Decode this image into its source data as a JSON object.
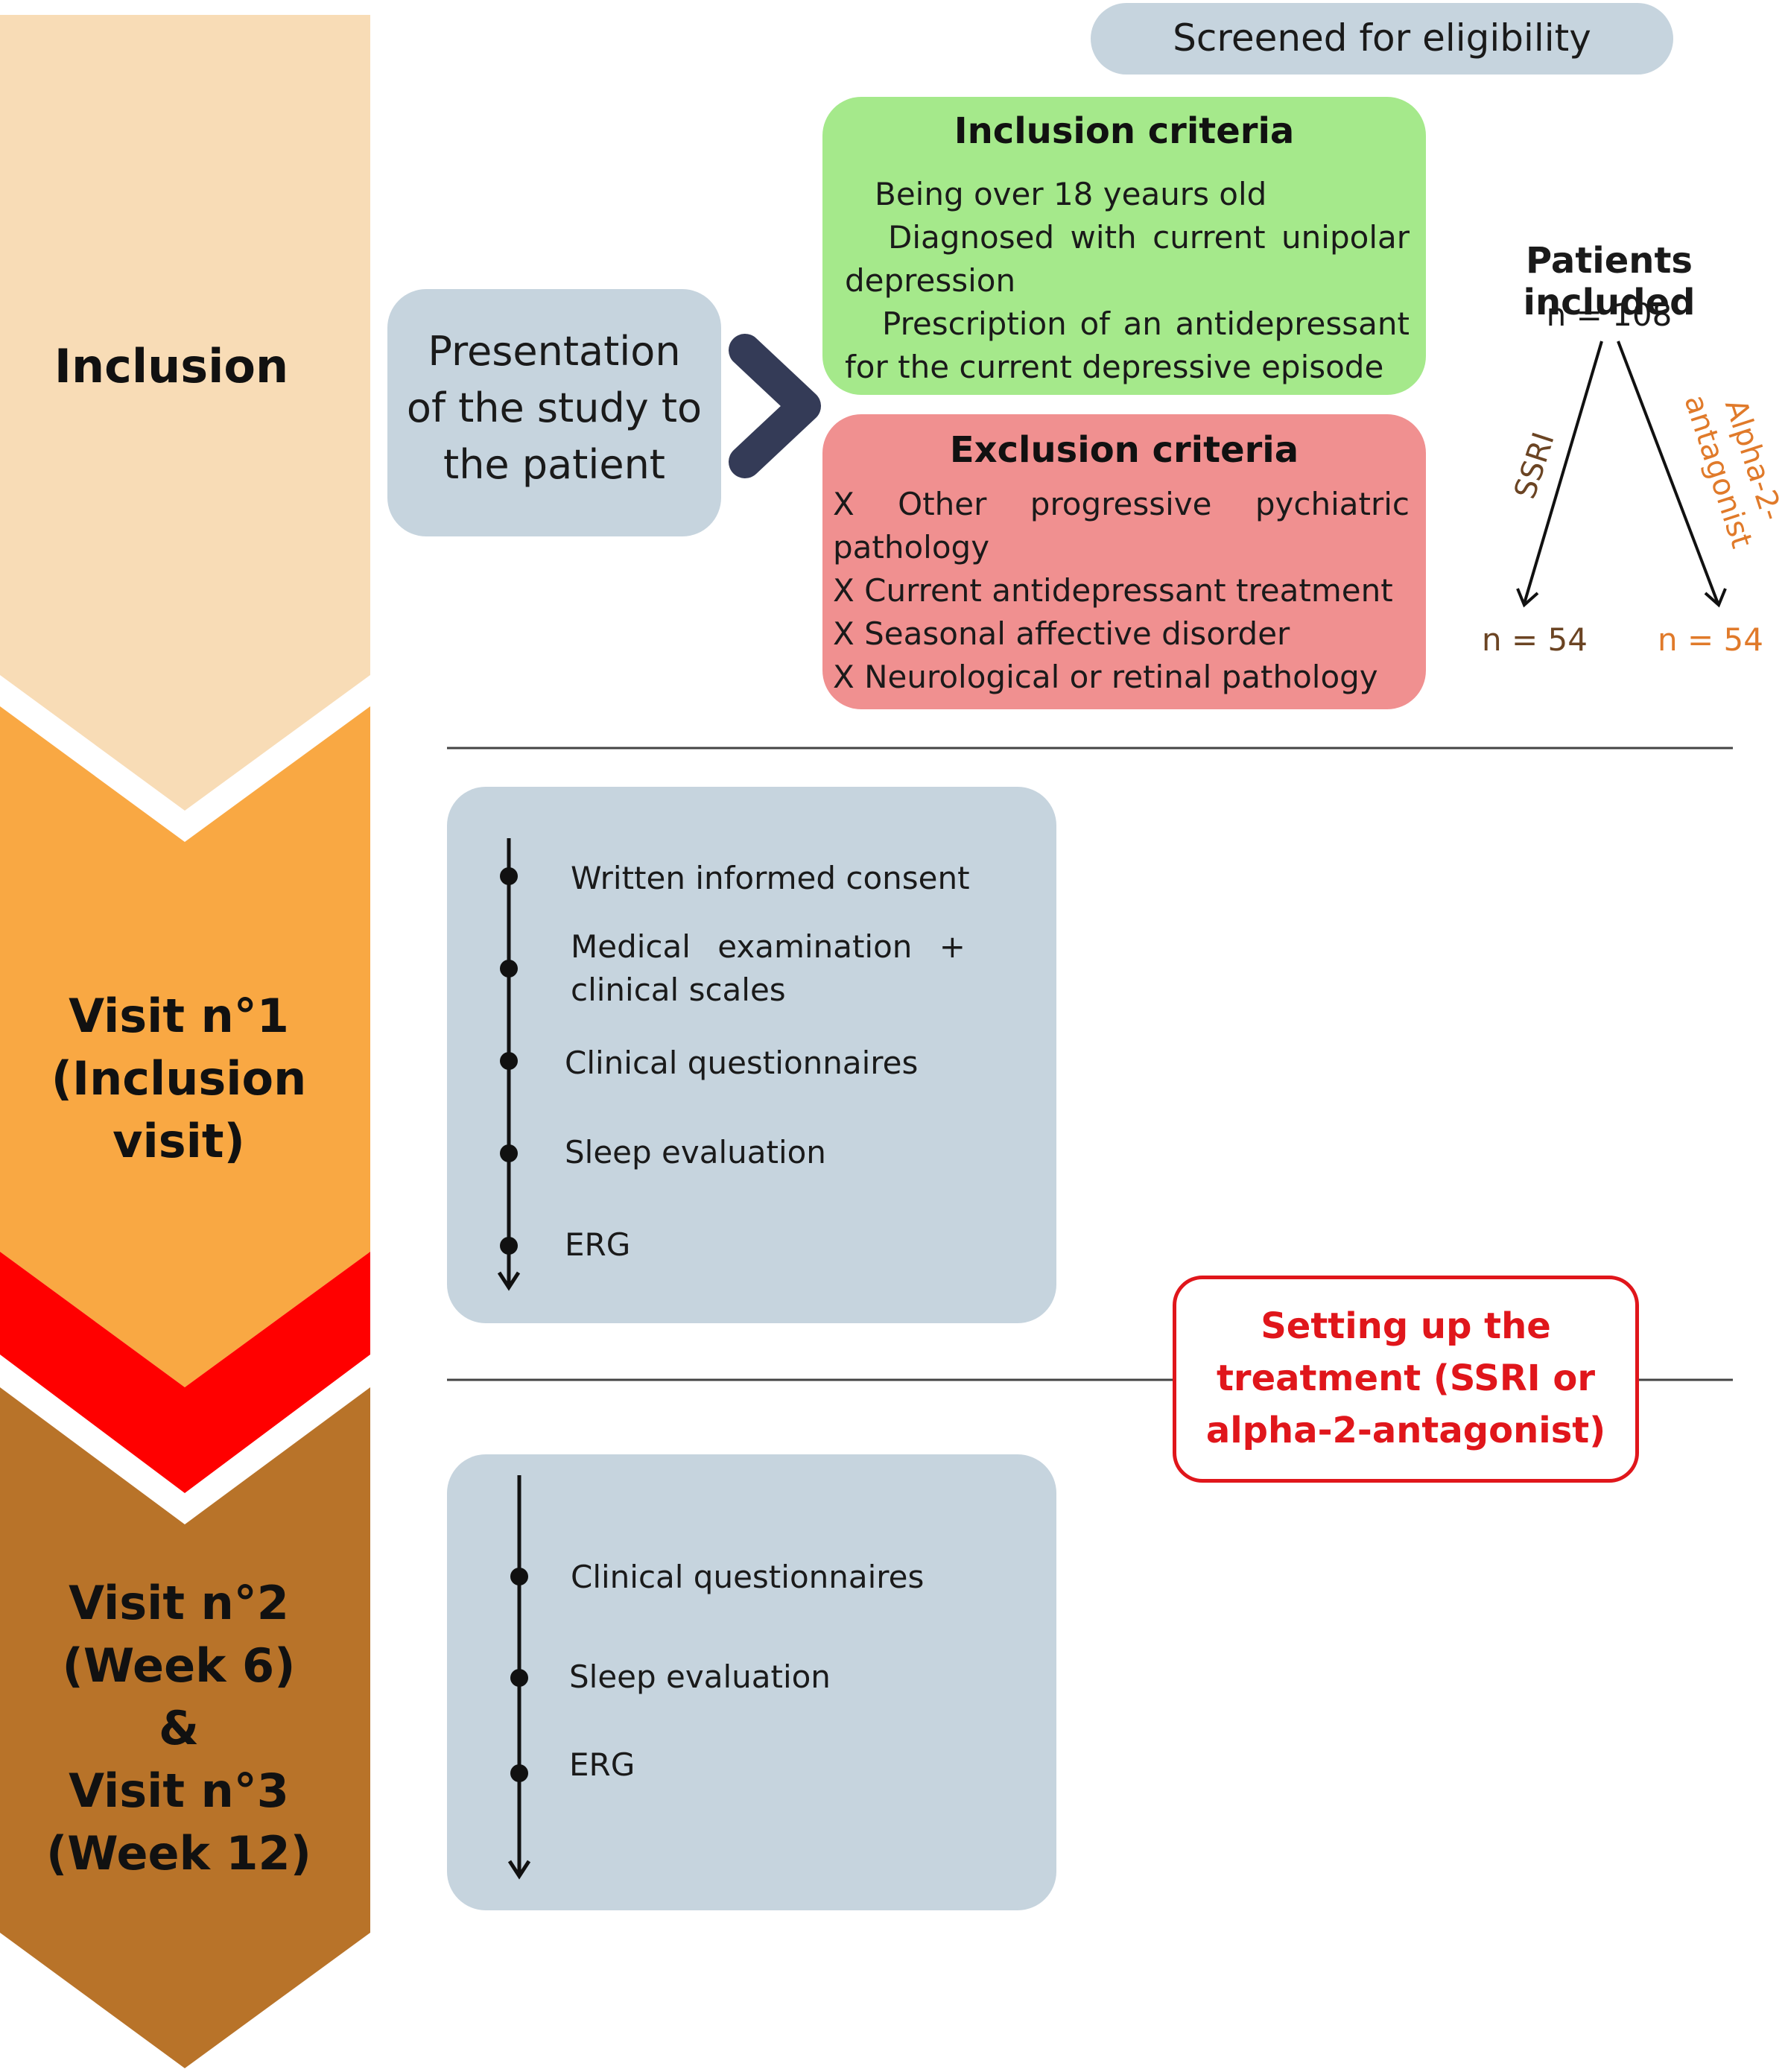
{
  "stages": [
    {
      "label": "Inclusion",
      "color": "#f8dcb6"
    },
    {
      "label": "Visit n°1\n(Inclusion\nvisit)",
      "color": "#f9a843"
    },
    {
      "label": "",
      "color": "#ff0000"
    },
    {
      "label": "Visit n°2\n(Week 6)\n&\nVisit n°3\n(Week 12)",
      "color": "#b87329"
    }
  ],
  "screening": {
    "label": "Screened for eligibility"
  },
  "presentation": {
    "label": "Presentation of the study to the patient"
  },
  "inclusion_criteria": {
    "title": "Inclusion criteria",
    "items": [
      "Being over 18 yeaurs old",
      "Diagnosed with current unipolar",
      "depression",
      "Prescription of an antidepressant",
      "for the current depressive episode"
    ],
    "color": "#a5e98b"
  },
  "exclusion_criteria": {
    "title": "Exclusion criteria",
    "items": [
      "X Other progressive pychiatric",
      "pathology",
      "X Current antidepressant treatment",
      "X Seasonal affective disorder",
      "X Neurological or retinal pathology"
    ],
    "color": "#f09090"
  },
  "patients": {
    "title": "Patients included",
    "total": "n = 108",
    "branches": [
      {
        "label": "SSRI",
        "n": "n = 54",
        "color": "#6b4423"
      },
      {
        "label": "Alpha-2-antagonist",
        "n": "n = 54",
        "color": "#e07a2a"
      }
    ]
  },
  "visit1": {
    "items": [
      "Written informed consent",
      "Medical examination +",
      "clinical scales",
      "Clinical questionnaires",
      "Sleep evaluation",
      "ERG"
    ]
  },
  "treatment": {
    "lines": [
      "Setting up the",
      "treatment (SSRI or",
      "alpha-2-antagonist)"
    ],
    "color": "#e0161b"
  },
  "visit23": {
    "items": [
      "Clinical questionnaires",
      "Sleep evaluation",
      "ERG"
    ]
  }
}
